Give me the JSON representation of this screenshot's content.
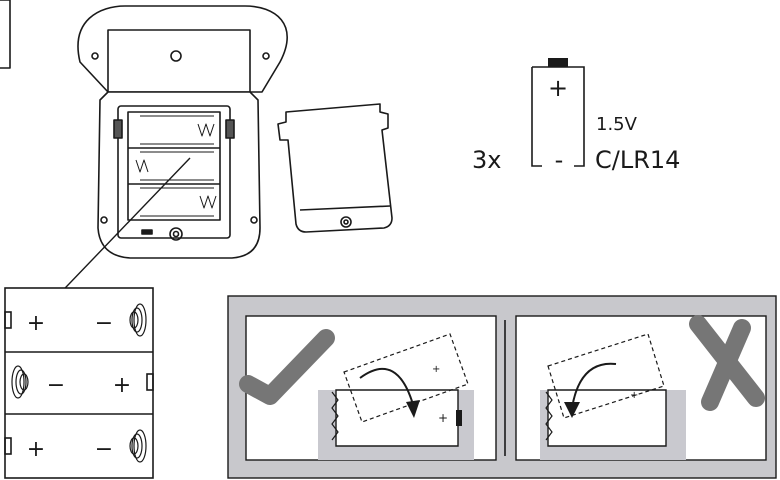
{
  "battery_spec": {
    "quantity": "3x",
    "voltage": "1.5V",
    "type": "C/LR14",
    "plus_sign": "+",
    "minus_sign": "-"
  },
  "orientation_rows": [
    {
      "left_sign": "+",
      "right_sign": "−"
    },
    {
      "left_sign": "−",
      "right_sign": "+"
    },
    {
      "left_sign": "+",
      "right_sign": "−"
    }
  ],
  "insertion_panels": [
    {
      "result": "correct",
      "mark_icon": "checkmark-icon"
    },
    {
      "result": "incorrect",
      "mark_icon": "cross-icon"
    }
  ],
  "colors": {
    "panel_frame": "#c8c8cc",
    "compartment_fill": "#c9c9cf",
    "mark_gray": "#767676",
    "line": "#1a1a1a"
  }
}
